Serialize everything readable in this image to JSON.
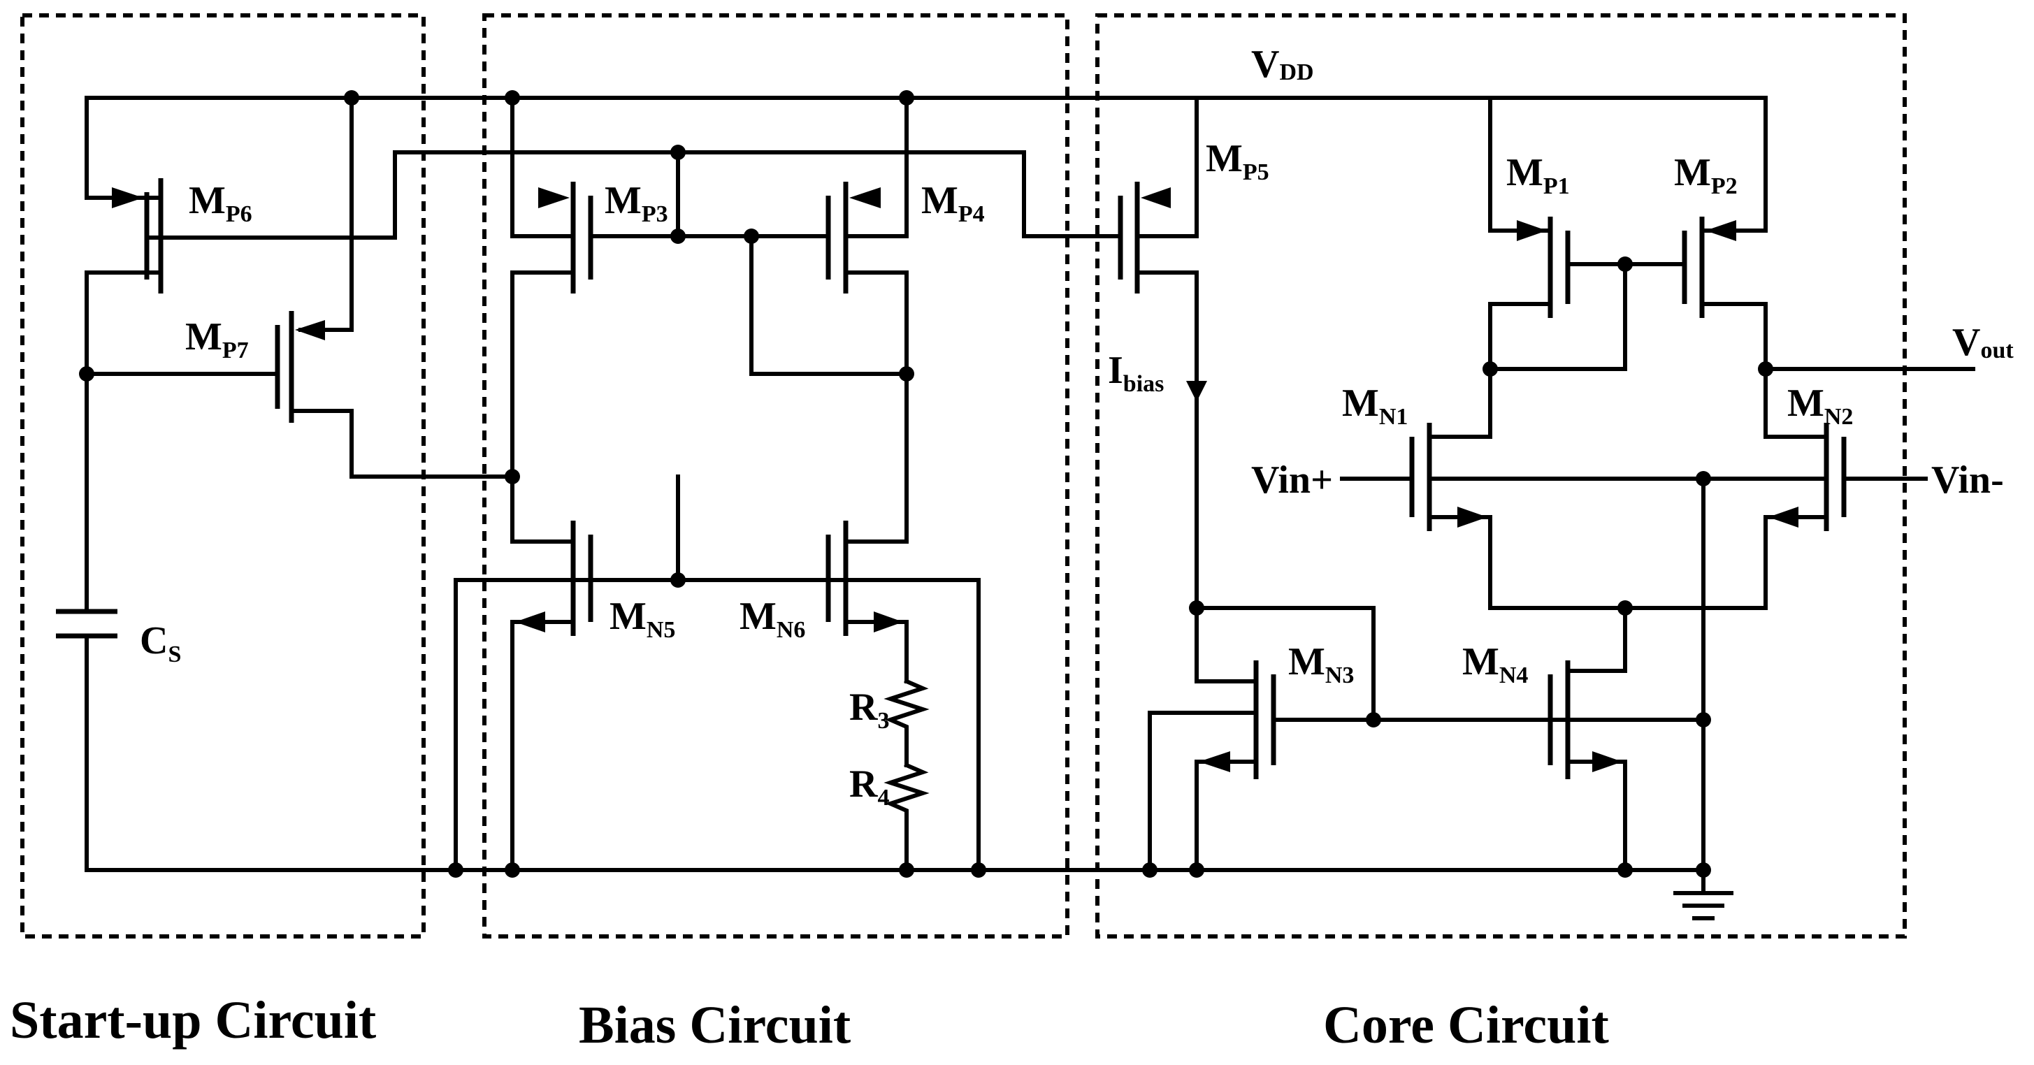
{
  "blocks": {
    "startup": "Start-up Circuit",
    "bias": "Bias Circuit",
    "core": "Core Circuit"
  },
  "supply": {
    "main": "V",
    "sub": "DD"
  },
  "terminals": {
    "vout": {
      "main": "V",
      "sub": "out"
    },
    "vin_plus": "Vin+",
    "vin_minus": "Vin-"
  },
  "current": {
    "main": "I",
    "sub": "bias"
  },
  "transistors": {
    "mp6": {
      "main": "M",
      "sub": "P6"
    },
    "mp7": {
      "main": "M",
      "sub": "P7"
    },
    "mp3": {
      "main": "M",
      "sub": "P3"
    },
    "mp4": {
      "main": "M",
      "sub": "P4"
    },
    "mp5": {
      "main": "M",
      "sub": "P5"
    },
    "mp1": {
      "main": "M",
      "sub": "P1"
    },
    "mp2": {
      "main": "M",
      "sub": "P2"
    },
    "mn1": {
      "main": "M",
      "sub": "N1"
    },
    "mn2": {
      "main": "M",
      "sub": "N2"
    },
    "mn3": {
      "main": "M",
      "sub": "N3"
    },
    "mn4": {
      "main": "M",
      "sub": "N4"
    },
    "mn5": {
      "main": "M",
      "sub": "N5"
    },
    "mn6": {
      "main": "M",
      "sub": "N6"
    }
  },
  "passives": {
    "cs": {
      "main": "C",
      "sub": "S"
    },
    "r3": {
      "main": "R",
      "sub": "3"
    },
    "r4": {
      "main": "R",
      "sub": "4"
    }
  }
}
